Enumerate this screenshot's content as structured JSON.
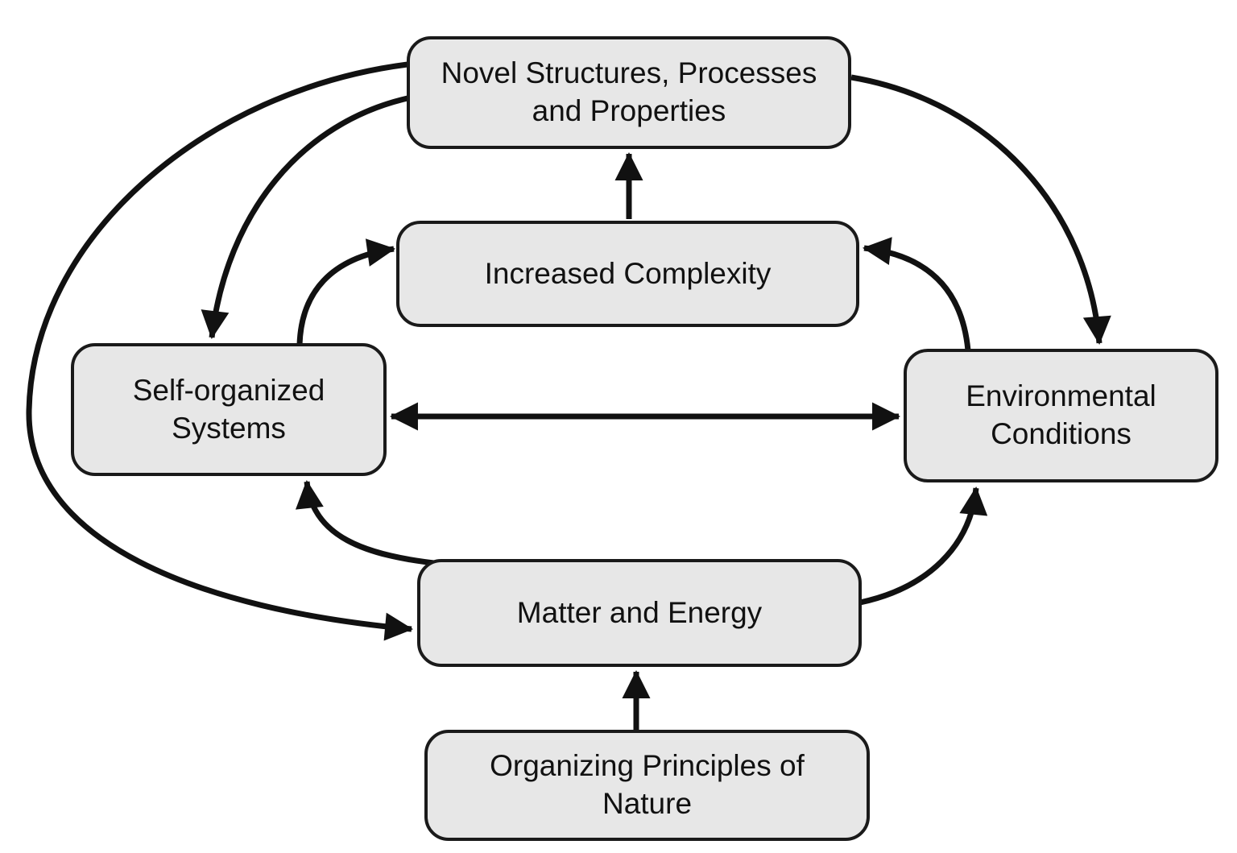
{
  "diagram": {
    "nodes": {
      "novel_structures": {
        "label": "Novel Structures, Processes\nand Properties"
      },
      "increased_complexity": {
        "label": "Increased Complexity"
      },
      "self_organized_systems": {
        "label": "Self-organized\nSystems"
      },
      "environmental_conditions": {
        "label": "Environmental\nConditions"
      },
      "matter_energy": {
        "label": "Matter and Energy"
      },
      "organizing_principles": {
        "label": "Organizing Principles of\nNature"
      }
    },
    "edges": [
      {
        "from": "organizing_principles",
        "to": "matter_energy",
        "shape": "straight-vertical",
        "direction": "one-way"
      },
      {
        "from": "increased_complexity",
        "to": "novel_structures",
        "shape": "straight-vertical",
        "direction": "one-way"
      },
      {
        "from": "self_organized_systems",
        "to": "environmental_conditions",
        "shape": "straight-horizontal",
        "direction": "two-way"
      },
      {
        "from": "matter_energy",
        "to": "self_organized_systems",
        "shape": "curved",
        "direction": "one-way"
      },
      {
        "from": "matter_energy",
        "to": "environmental_conditions",
        "shape": "curved",
        "direction": "one-way"
      },
      {
        "from": "self_organized_systems",
        "to": "increased_complexity",
        "shape": "curved",
        "direction": "one-way"
      },
      {
        "from": "environmental_conditions",
        "to": "increased_complexity",
        "shape": "curved",
        "direction": "one-way"
      },
      {
        "from": "novel_structures",
        "to": "self_organized_systems",
        "shape": "curved",
        "direction": "one-way"
      },
      {
        "from": "novel_structures",
        "to": "environmental_conditions",
        "shape": "curved",
        "direction": "one-way"
      },
      {
        "from": "novel_structures",
        "to": "matter_energy",
        "shape": "outer-curved-left",
        "direction": "one-way"
      }
    ],
    "colors": {
      "background": "#ffffff",
      "box_fill": "#e7e7e7",
      "box_border": "#1a1a1a",
      "arrow": "#111111"
    }
  }
}
